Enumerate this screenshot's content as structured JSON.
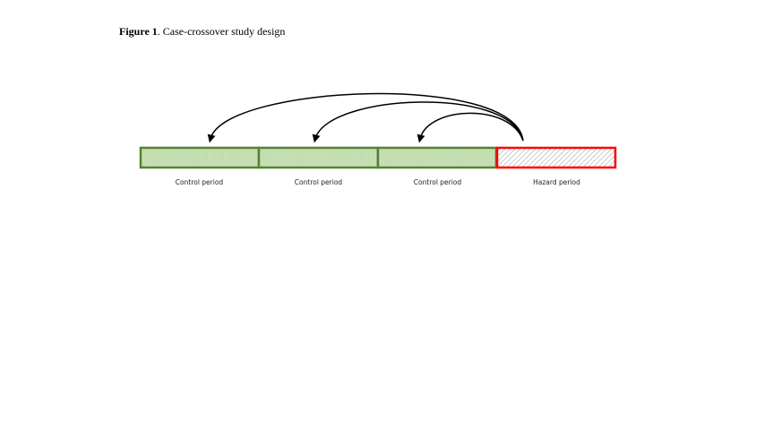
{
  "figure": {
    "label": "Figure 1",
    "caption": ". Case-crossover study design"
  },
  "periods": [
    {
      "label": "Control period",
      "type": "control"
    },
    {
      "label": "Control period",
      "type": "control"
    },
    {
      "label": "Control period",
      "type": "control"
    },
    {
      "label": "Hazard period",
      "type": "hazard"
    }
  ],
  "colors": {
    "control_fill": "#c6e0b4",
    "control_border": "#548235",
    "hazard_border": "#ff0000",
    "hatch": "#999999"
  }
}
